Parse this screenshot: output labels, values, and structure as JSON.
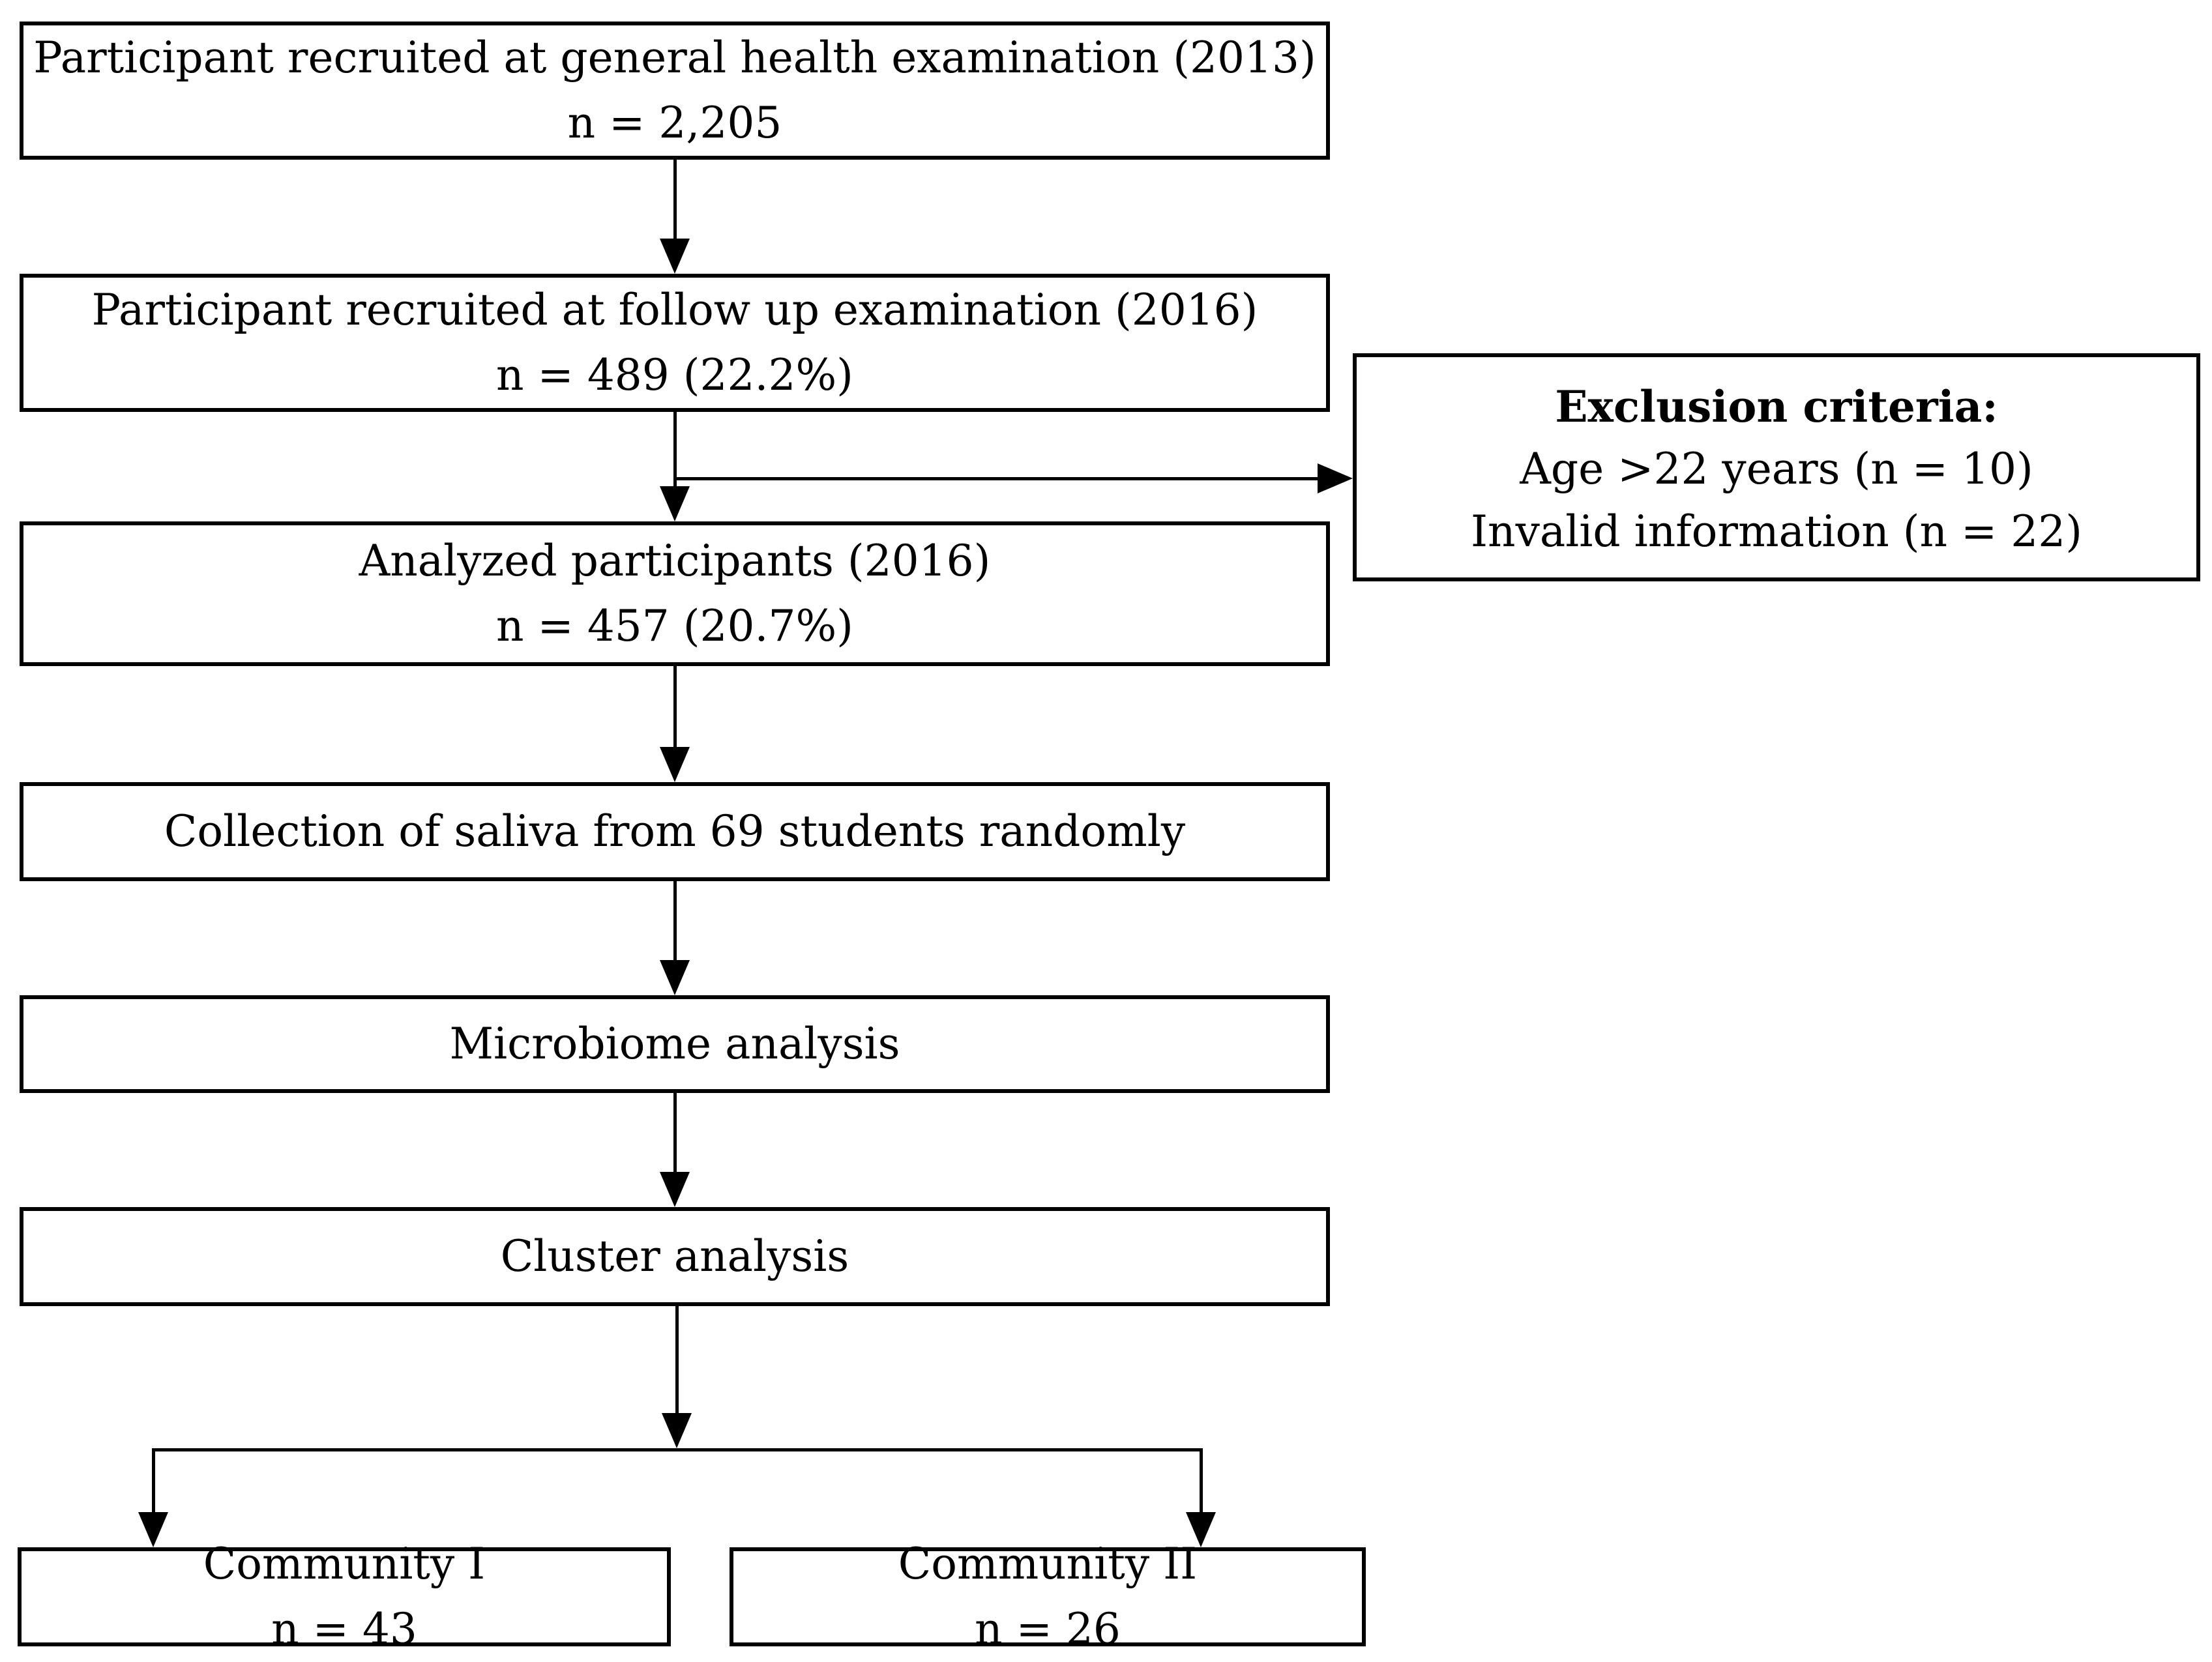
{
  "flow": {
    "box1": {
      "line1": "Participant recruited at general health examination (2013)",
      "line2": "n = 2,205"
    },
    "box2": {
      "line1": "Participant recruited at follow up examination (2016)",
      "line2": "n = 489 (22.2%)"
    },
    "exclusion": {
      "title": "Exclusion criteria:",
      "line1": "Age >22 years (n = 10)",
      "line2": "Invalid information (n = 22)"
    },
    "box3": {
      "line1": "Analyzed participants (2016)",
      "line2": "n = 457 (20.7%)"
    },
    "box4": {
      "line1": "Collection of saliva from 69 students randomly"
    },
    "box5": {
      "line1": "Microbiome analysis"
    },
    "box6": {
      "line1": "Cluster analysis"
    },
    "community1": {
      "line1": "Community I",
      "line2": "n = 43"
    },
    "community2": {
      "line1": "Community II",
      "line2": "n = 26"
    }
  },
  "colors": {
    "line": "#000000",
    "background": "#ffffff",
    "text": "#000000"
  }
}
